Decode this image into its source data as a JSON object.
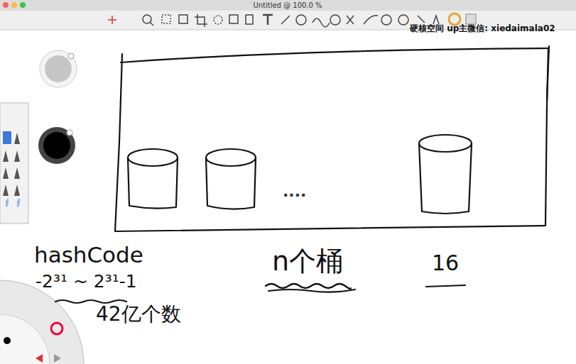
{
  "diagram": {
    "labels": [
      "Untitled @ 100.0 %",
      "硬核空间 up主微信: xiedaimala02",
      "....",
      "hashCode",
      "-2³¹ ~ 2³¹-1",
      "42亿个数",
      "n个桶",
      "16"
    ]
  }
}
